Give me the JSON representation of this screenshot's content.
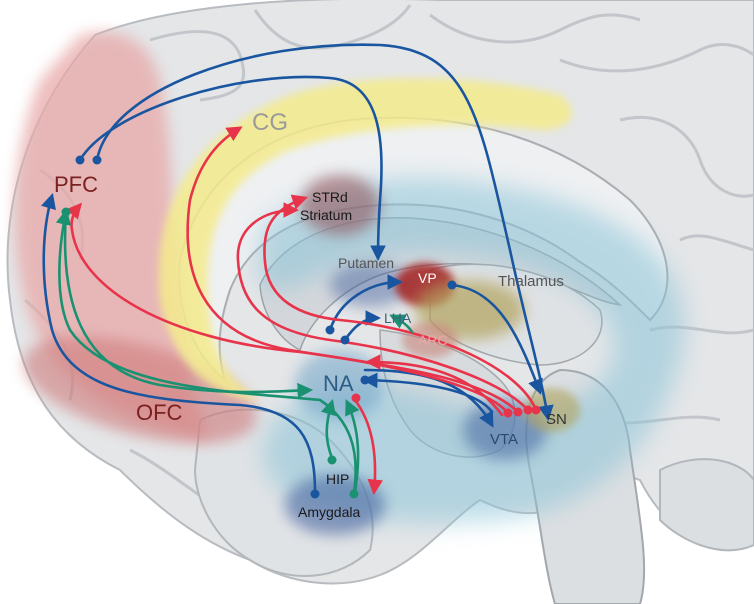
{
  "labels": {
    "pfc": "PFC",
    "ofc": "OFC",
    "cg": "CG",
    "strd": "STRd",
    "striatum": "Striatum",
    "putamen": "Putamen",
    "vp": "VP",
    "thalamus": "Thalamus",
    "lha": "LHA",
    "arc": "ARC",
    "na": "NA",
    "vta": "VTA",
    "sn": "SN",
    "hip": "HIP",
    "amygdala": "Amygdala"
  },
  "colors": {
    "blue_pathway": "#1a56a0",
    "red_pathway": "#e8344a",
    "green_pathway": "#1a9170",
    "pfc_region": "#e8a8a8",
    "cg_region": "#f4eb8c",
    "striatum_region": "#8bc4d8",
    "region_red": "#a52a2a",
    "region_navy": "#3a5a9a",
    "region_olive": "#b2a35c",
    "brain_fill": "#e4e6e8",
    "brain_outline": "#b8bcc0"
  }
}
